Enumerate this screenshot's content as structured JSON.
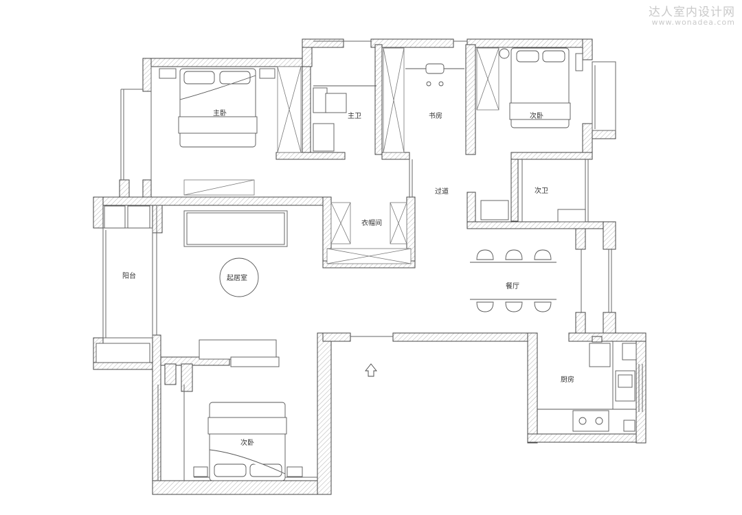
{
  "watermark": {
    "brand_cn": "达人室内设计网",
    "url": "www.wonadea.com"
  },
  "rooms": {
    "master_bedroom": "主卧",
    "master_bath": "主卫",
    "study": "书房",
    "second_bedroom_top": "次卧",
    "corridor": "过道",
    "second_bath": "次卫",
    "cloakroom": "衣帽间",
    "balcony": "阳台",
    "living_room": "起居室",
    "dining_room": "餐厅",
    "kitchen": "厨房",
    "second_bedroom_bottom": "次卧"
  },
  "colors": {
    "wall_fill": "#ffffff",
    "wall_hatch": "#bdbdbd",
    "line": "#444444"
  },
  "icons": [
    "entrance-arrow-icon",
    "bed-icon",
    "chair-icon",
    "stove-icon",
    "sink-icon",
    "toilet-icon"
  ]
}
